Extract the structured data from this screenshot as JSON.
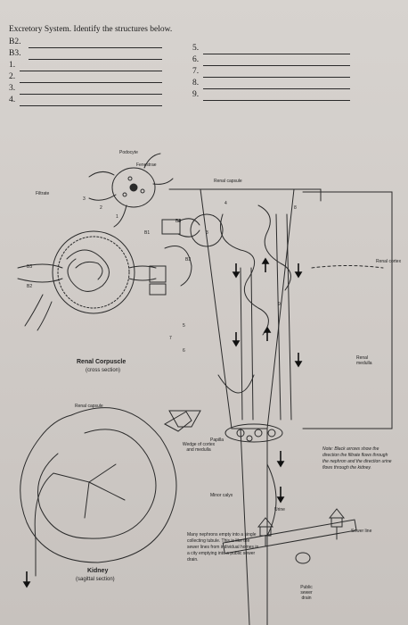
{
  "worksheet": {
    "title": "Excretory System. Identify the structures below.",
    "left_blanks": [
      "B2.",
      "B3.",
      "1.",
      "2.",
      "3.",
      "4."
    ],
    "right_blanks": [
      "5.",
      "6.",
      "7.",
      "8.",
      "9."
    ]
  },
  "diagram_labels": {
    "podocyte": "Podocyte",
    "fenestrae": "Fenestrae",
    "filtrate": "Filtrate",
    "b3_left": "B3",
    "b2_left": "B2",
    "b1": "B1",
    "b3_mid": "B3",
    "b2_mid": "B2",
    "num_1": "1",
    "num_2": "2",
    "num_3": "3",
    "num_3b": "3",
    "num_4": "4",
    "num_5": "5",
    "num_6": "6",
    "num_7": "7",
    "num_8": "8",
    "num_9": "9",
    "renal_capsule_top": "Renal capsule",
    "renal_cortex": "Renal cortex",
    "renal_medulla": "Renal medulla",
    "renal_corpuscle": "Renal Corpuscle",
    "cross_section": "(cross section)",
    "renal_capsule_kidney": "Renal capsule",
    "wedge": "Wedge of cortex and medulla",
    "papilla": "Papilla",
    "minor_calyx": "Minor calyx",
    "urine": "Urine",
    "kidney": "Kidney",
    "sagittal": "(sagittal section)",
    "note": "Note: Black arrows show the direction the filtrate flows through the nephron and the direction urine flows through the kidney.",
    "many_nephrons": "Many nephrons empty into a single collecting tubule. This is like the sewer lines from individual homes in a city emptying into a public sewer drain.",
    "sewer_line": "Sewer line",
    "public_sewer_drain": "Public sewer drain"
  }
}
